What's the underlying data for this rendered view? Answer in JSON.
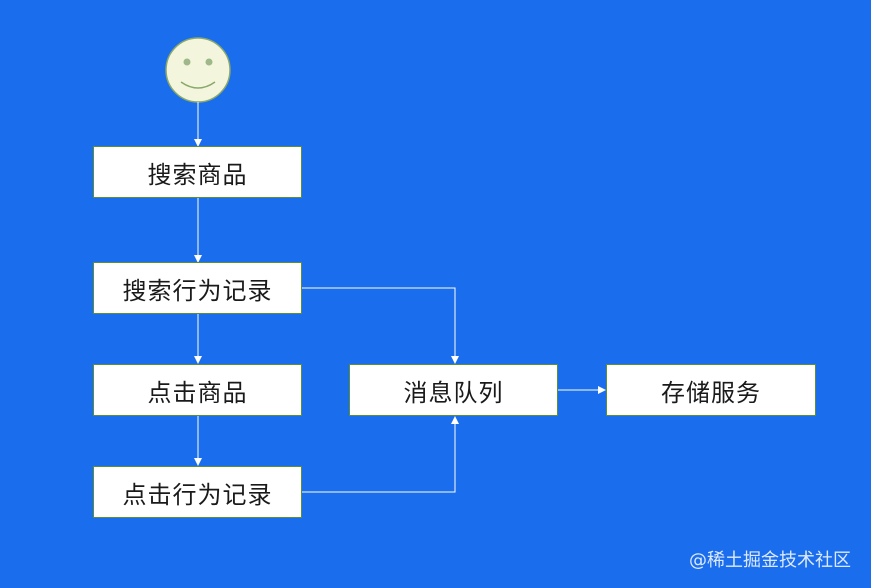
{
  "diagram": {
    "nodes": {
      "search_product": "搜索商品",
      "search_log": "搜索行为记录",
      "click_product": "点击商品",
      "click_log": "点击行为记录",
      "message_queue": "消息队列",
      "storage_service": "存储服务"
    },
    "start_icon": "smiley-face-icon"
  },
  "watermark": "@稀土掘金技术社区",
  "colors": {
    "background": "#1a6ded",
    "node_fill": "#ffffff",
    "node_border": "#5a8f3a",
    "smiley_fill": "#f3f6dd",
    "arrow": "#ffffff"
  }
}
